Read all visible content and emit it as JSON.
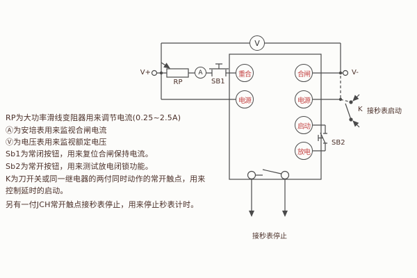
{
  "colors": {
    "background": "#fcfcfa",
    "line": "#4a4a4a",
    "terminal_text_red": "#c64a4a",
    "annotation_text": "#4a2f28"
  },
  "notes": {
    "lines": [
      "RP为大功率滑线变阻器用来调节电流(0.25~2.5A)",
      "Ⓐ为安培表用来监视合闸电流",
      "Ⓥ为电压表用来监视额定电压",
      "Sb1为常闭按钮，用来复位合闸保持电流。",
      "Sb2为常开按钮，用来测试放电闭锁功能。",
      "K为刀开关或同一继电器的两付同时动作的常开触点，用来",
      "控制延时的启动。",
      "另有一付JCH常开触点接秒表停止，用来停止秒表计时。"
    ]
  },
  "diagram": {
    "meters": {
      "voltmeter": "V",
      "ammeter": "A"
    },
    "terminals": {
      "reclose": "重合",
      "close": "合闸",
      "power_left": "电源",
      "power_right": "电源",
      "start": "启动",
      "discharge": "放电"
    },
    "labels": {
      "v_plus": "V+",
      "v_minus": "V-",
      "rheostat": "RP",
      "button1": "SB1",
      "button2": "SB2",
      "knife_switch": "K",
      "stopwatch_start": "接秒表启动",
      "stopwatch_stop": "接秒表停止"
    }
  }
}
